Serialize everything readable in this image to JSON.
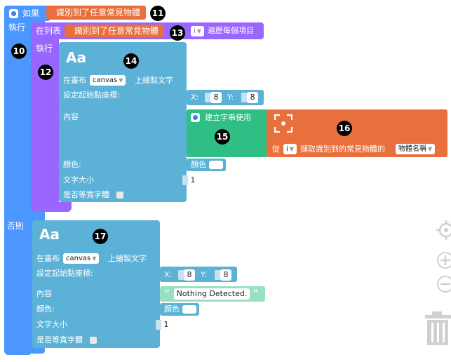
{
  "if_block": {
    "if_label": "如果",
    "condition": "識別到了任意常見物體",
    "do_label": "執行",
    "else_label": "否則"
  },
  "for_block": {
    "prefix": "在列表",
    "list": "識別到了任意常見物體",
    "var": "i",
    "suffix": "遍歷每個項目",
    "do_label": "執行"
  },
  "text_block_1": {
    "aa": "Aa",
    "line1_prefix": "在畫布",
    "canvas": "canvas",
    "line1_suffix": "上繪製文字",
    "start_label": "設定起始點座標:",
    "x_label": "X:",
    "x_value": "8",
    "y_label": "Y:",
    "y_value": "8",
    "content_label": "內容",
    "color_label": "顏色:",
    "color_chip": "顏色",
    "size_label": "文字大小",
    "size_value": "1",
    "mono_label": "是否等寬字體"
  },
  "string_block": {
    "label": "建立字串使用"
  },
  "detect_block": {
    "from": "從",
    "var": "i",
    "middle": "擷取識別到的常見物體的",
    "field": "物體名稱"
  },
  "text_block_2": {
    "aa": "Aa",
    "line1_prefix": "在畫布",
    "canvas": "canvas",
    "line1_suffix": "上繪製文字",
    "start_label": "設定起始點座標:",
    "x_label": "X:",
    "x_value": "8",
    "y_label": "Y:",
    "y_value": "8",
    "content_label": "內容",
    "content_text": "Nothing Detected.",
    "color_label": "顏色:",
    "color_chip": "顏色",
    "size_label": "文字大小",
    "size_value": "1",
    "mono_label": "是否等寬字體"
  },
  "badges": [
    "10",
    "11",
    "12",
    "13",
    "14",
    "15",
    "16",
    "17"
  ],
  "quote_open": "“",
  "quote_close": "”",
  "icons": [
    "gear-icon",
    "target-icon",
    "zoom-in-icon",
    "zoom-out-icon",
    "trash-icon",
    "face-detect-icon"
  ]
}
